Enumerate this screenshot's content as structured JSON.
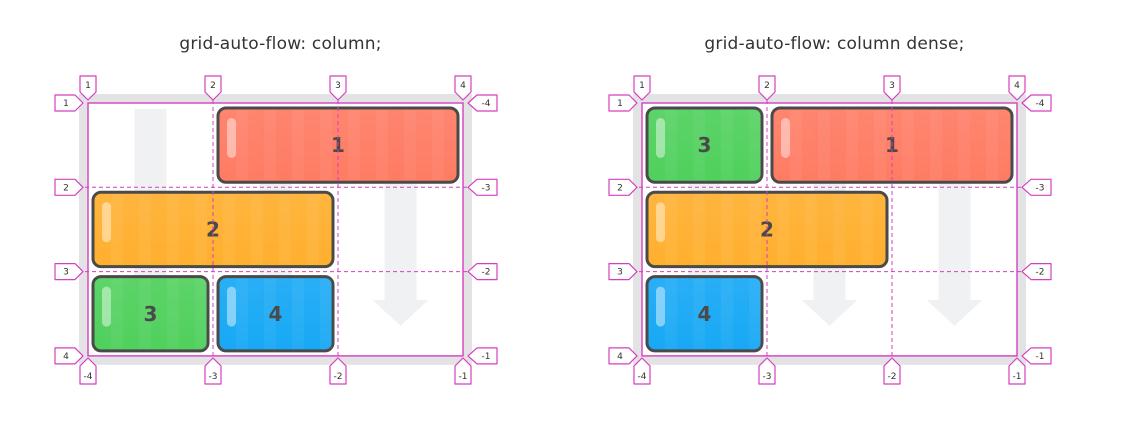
{
  "panels": [
    {
      "title": "grid-auto-flow: column;",
      "items": [
        {
          "label": "1",
          "color": "#ff7b63",
          "col": [
            1,
            2
          ],
          "row": [
            0,
            0
          ]
        },
        {
          "label": "2",
          "color": "#ffaf2e",
          "col": [
            0,
            1
          ],
          "row": [
            1,
            1
          ]
        },
        {
          "label": "3",
          "color": "#4fd05c",
          "col": [
            0,
            0
          ],
          "row": [
            2,
            2
          ]
        },
        {
          "label": "4",
          "color": "#17a8f5",
          "col": [
            1,
            1
          ],
          "row": [
            2,
            2
          ]
        }
      ],
      "arrow_columns": [
        0,
        1,
        2
      ]
    },
    {
      "title": "grid-auto-flow: column dense;",
      "items": [
        {
          "label": "3",
          "color": "#4fd05c",
          "col": [
            0,
            0
          ],
          "row": [
            0,
            0
          ]
        },
        {
          "label": "1",
          "color": "#ff7b63",
          "col": [
            1,
            2
          ],
          "row": [
            0,
            0
          ]
        },
        {
          "label": "2",
          "color": "#ffaf2e",
          "col": [
            0,
            1
          ],
          "row": [
            1,
            1
          ]
        },
        {
          "label": "4",
          "color": "#17a8f5",
          "col": [
            0,
            0
          ],
          "row": [
            2,
            2
          ]
        }
      ],
      "arrow_columns": [
        0,
        1,
        2
      ]
    }
  ],
  "line_labels": {
    "top": [
      "1",
      "2",
      "3",
      "4"
    ],
    "bottom": [
      "-4",
      "-3",
      "-2",
      "-1"
    ],
    "left": [
      "1",
      "2",
      "3",
      "4"
    ],
    "right": [
      "-4",
      "-3",
      "-2",
      "-1"
    ]
  },
  "colors": {
    "grid_line": "#d63fbf",
    "frame": "#e3e3e6",
    "item_border": "#4a4a4a",
    "arrow": "#f0f1f3"
  }
}
